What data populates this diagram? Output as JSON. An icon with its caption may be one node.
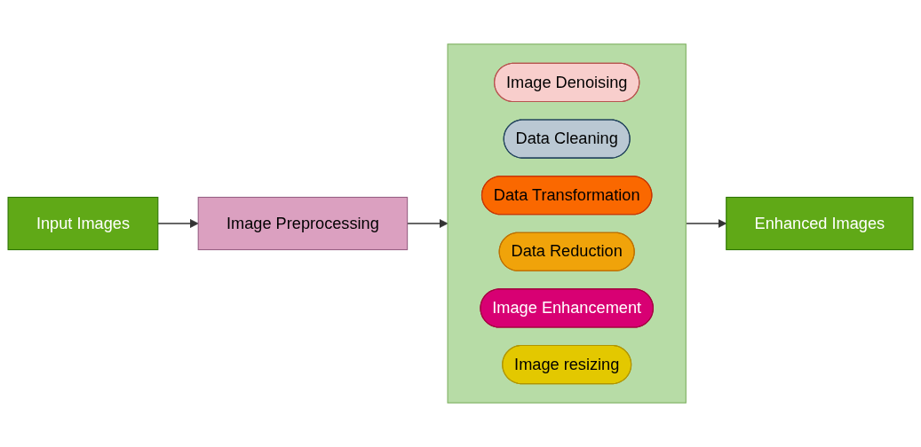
{
  "diagram": {
    "nodes": [
      {
        "text": [
          "Input Images"
        ]
      },
      {
        "text": [
          "Image Preprocessing"
        ]
      },
      {
        "text": [],
        "shape": "box"
      },
      {
        "text": [
          "Image Denoising"
        ],
        "in": 2
      },
      {
        "text": [
          "Data Cleaning"
        ],
        "in": 2
      },
      {
        "text": [
          "Data Transformation"
        ],
        "in": 2
      },
      {
        "text": [
          "Data Reduction"
        ],
        "in": 2
      },
      {
        "text": [
          "Image Enhancement"
        ],
        "in": 2
      },
      {
        "text": [
          "Image resizing"
        ],
        "in": 2
      },
      {
        "text": [
          "Enhanced Images"
        ]
      }
    ],
    "edges": [
      {
        "from": 0,
        "to": 1,
        "arrow": "to"
      },
      {
        "from": 1,
        "to": 2,
        "arrow": "to"
      },
      {
        "from": 2,
        "to": 9,
        "arrow": "to"
      }
    ]
  }
}
